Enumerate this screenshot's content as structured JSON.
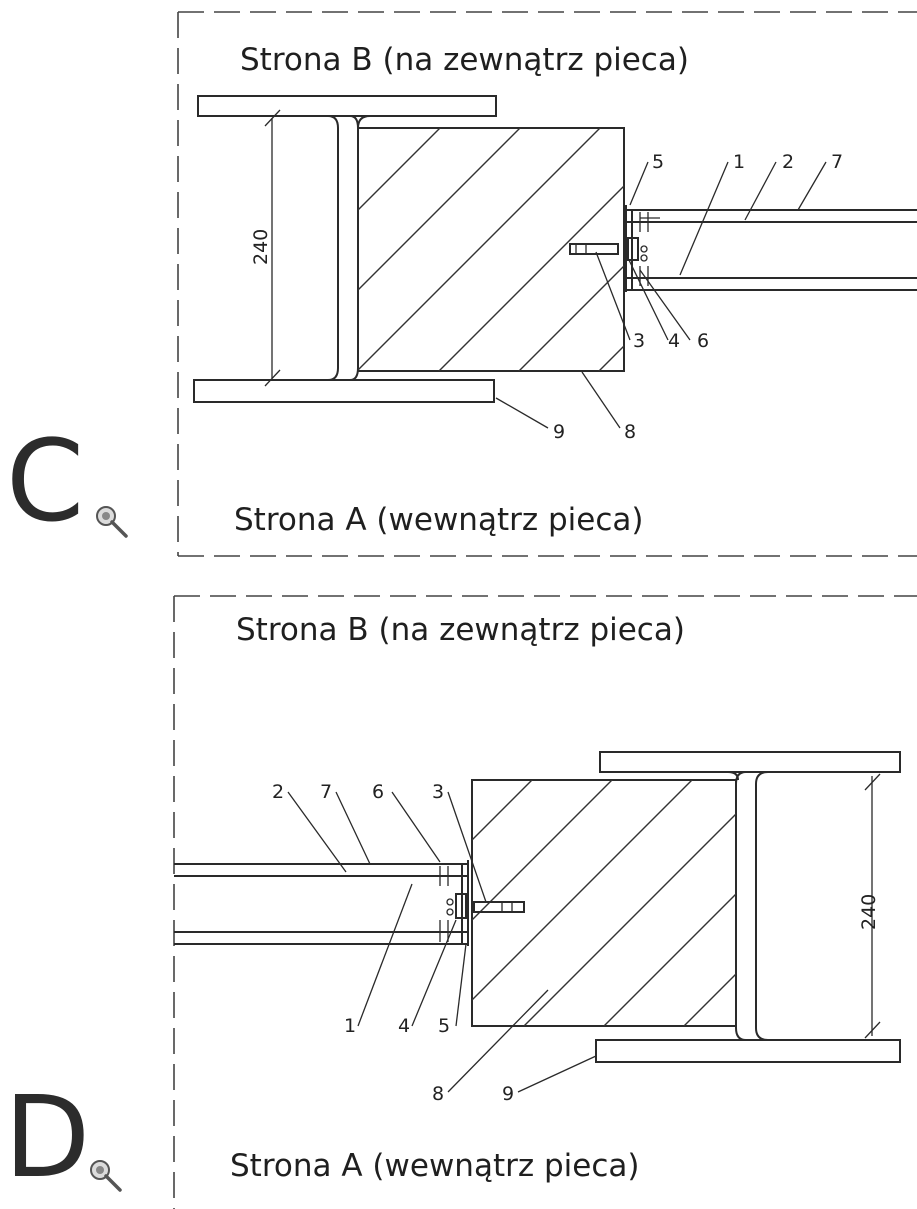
{
  "view_c": {
    "letter": "C",
    "top_label": "Strona B (na zewnątrz pieca)",
    "bottom_label": "Strona A (wewnątrz pieca)",
    "dimension": "240",
    "callouts": [
      "5",
      "1",
      "2",
      "7",
      "3",
      "4",
      "6",
      "9",
      "8"
    ]
  },
  "view_d": {
    "letter": "D",
    "top_label": "Strona B (na zewnątrz pieca)",
    "bottom_label": "Strona A (wewnątrz pieca)",
    "dimension": "240",
    "callouts": [
      "2",
      "7",
      "6",
      "3",
      "1",
      "4",
      "5",
      "8",
      "9"
    ]
  },
  "icons": {
    "zoom_c": "magnifier-icon",
    "zoom_d": "magnifier-icon"
  }
}
